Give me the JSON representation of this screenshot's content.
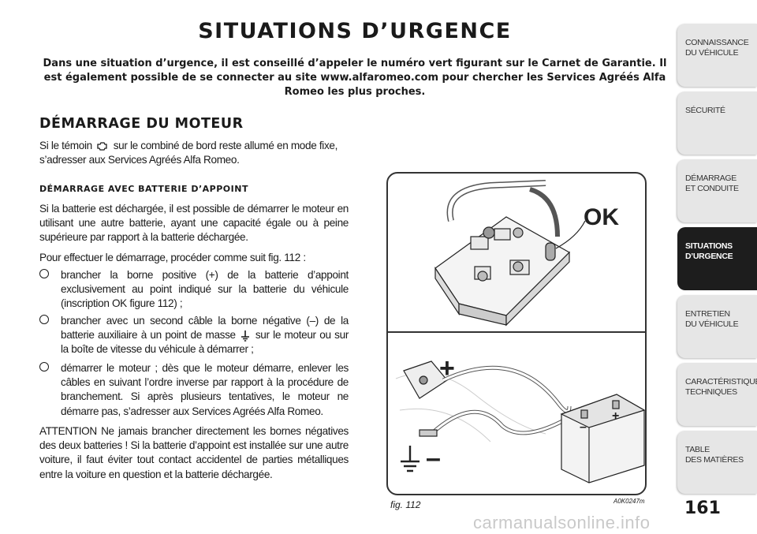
{
  "title": "SITUATIONS D’URGENCE",
  "intro": "Dans une situation d’urgence, il est conseillé d’appeler le numéro vert figurant sur le Carnet de Garantie. Il est également possible de se connecter au site www.alfaromeo.com pour chercher les Services Agréés Alfa Romeo les plus proches.",
  "section": {
    "heading": "DÉMARRAGE DU MOTEUR",
    "p1_before": "Si le témoin",
    "p1_after": "sur le combiné de bord reste allumé en mode fixe, s’adresser aux Services Agréés Alfa Romeo.",
    "subheading": "DÉMARRAGE AVEC BATTERIE D’APPOINT",
    "p2": "Si la batterie est déchargée, il est possible de démarrer le moteur en utilisant une autre batterie, ayant une capacité égale ou à peine supérieure par rapport à la batterie déchargée.",
    "p3": "Pour effectuer le démarrage, procéder comme suit fig. 112 :",
    "bullets": {
      "b1": "brancher la borne positive (+) de la batterie d’appoint exclusivement au point indiqué sur la batterie du véhicule (inscription OK figure 112) ;",
      "b2_before": "brancher avec un second câble la borne négative (–) de la batterie auxiliaire à un point de masse",
      "b2_after": "sur le moteur ou sur la boîte de vitesse du véhicule à démarrer ;",
      "b3": "démarrer le moteur ; dès que le moteur démarre, enlever les câbles en suivant l’ordre inverse par rapport à la procédure de branchement. Si après plusieurs tentatives, le moteur ne démarre pas, s’adresser aux Services Agréés Alfa Romeo."
    },
    "warning": "ATTENTION Ne jamais brancher directement les bornes négatives des deux batteries ! Si la batterie d’appoint est installée sur une autre voiture, il faut éviter tout contact accidentel de parties métalliques entre la voiture en question et la batterie déchargée."
  },
  "figure": {
    "ok_label": "OK",
    "plus_label": "+",
    "minus_label": "–",
    "battery_minus": "–",
    "battery_plus": "+",
    "caption": "fig. 112",
    "code": "A0K0247m"
  },
  "sidebar": {
    "tabs": [
      {
        "label": "CONNAISSANCE\nDU VÉHICULE"
      },
      {
        "label": "SÉCURITÉ"
      },
      {
        "label": "DÉMARRAGE\nET CONDUITE"
      },
      {
        "label": "SITUATIONS\nD’URGENCE"
      },
      {
        "label": "ENTRETIEN\nDU VÉHICULE"
      },
      {
        "label": "CARACTÉRISTIQUES\nTECHNIQUES"
      },
      {
        "label": "TABLE\nDES MATIÈRES"
      }
    ],
    "active_index": 3
  },
  "page_number": "161",
  "watermark": "carmanualsonline.info",
  "colors": {
    "active_tab": "#1d1d1d",
    "tab": "#e6e6e6"
  }
}
